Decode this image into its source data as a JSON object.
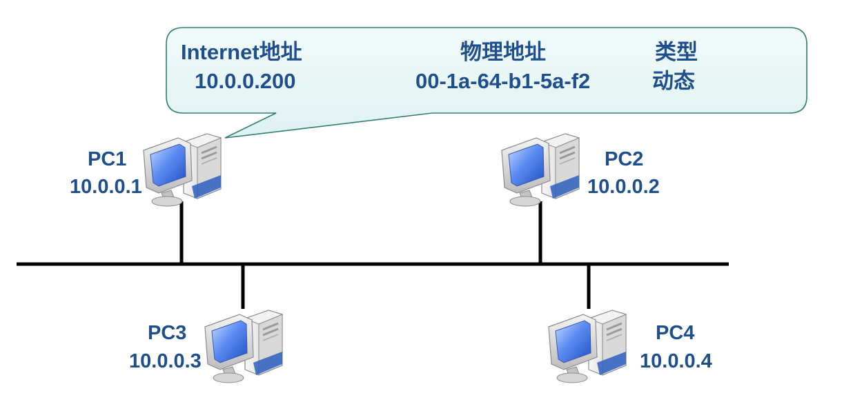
{
  "callout": {
    "col1_header": "Internet地址",
    "col1_value": "10.0.0.200",
    "col2_header": "物理地址",
    "col2_value": "00-1a-64-b1-5a-f2",
    "col3_header": "类型",
    "col3_value": "动态"
  },
  "hosts": [
    {
      "name": "PC1",
      "ip": "10.0.0.1"
    },
    {
      "name": "PC2",
      "ip": "10.0.0.2"
    },
    {
      "name": "PC3",
      "ip": "10.0.0.3"
    },
    {
      "name": "PC4",
      "ip": "10.0.0.4"
    }
  ],
  "colors": {
    "text": "#1f4e8c",
    "callout_fill": "#e4f4f4",
    "callout_stroke": "#2e7d6e",
    "bus": "#000000",
    "screen_blue": "#3b6fe0"
  }
}
